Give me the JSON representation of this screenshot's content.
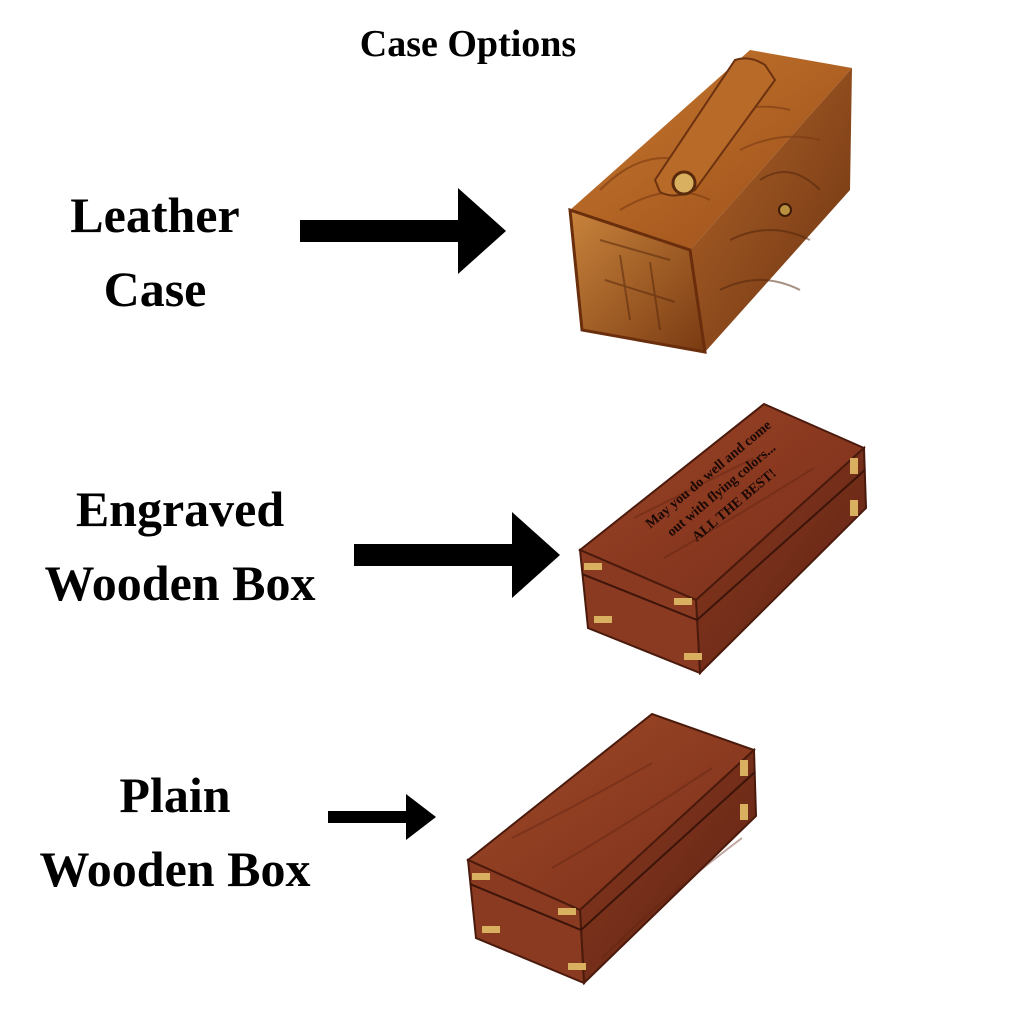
{
  "title": "Case Options",
  "options": [
    {
      "line1": "Leather",
      "line2": "Case",
      "image": "leather-case"
    },
    {
      "line1": "Engraved",
      "line2": "Wooden Box",
      "image": "engraved-wooden-box",
      "engraving": [
        "May you do well and come",
        "out with flying colors...",
        "ALL THE BEST!"
      ]
    },
    {
      "line1": "Plain",
      "line2": "Wooden Box",
      "image": "plain-wooden-box"
    }
  ],
  "colors": {
    "leather": "#a85a1f",
    "wood": "#7a2e1a",
    "wood_light": "#9a4426",
    "brass": "#d8b060",
    "arrow": "#000000"
  },
  "icons": {
    "arrow": "right-arrow-icon"
  }
}
